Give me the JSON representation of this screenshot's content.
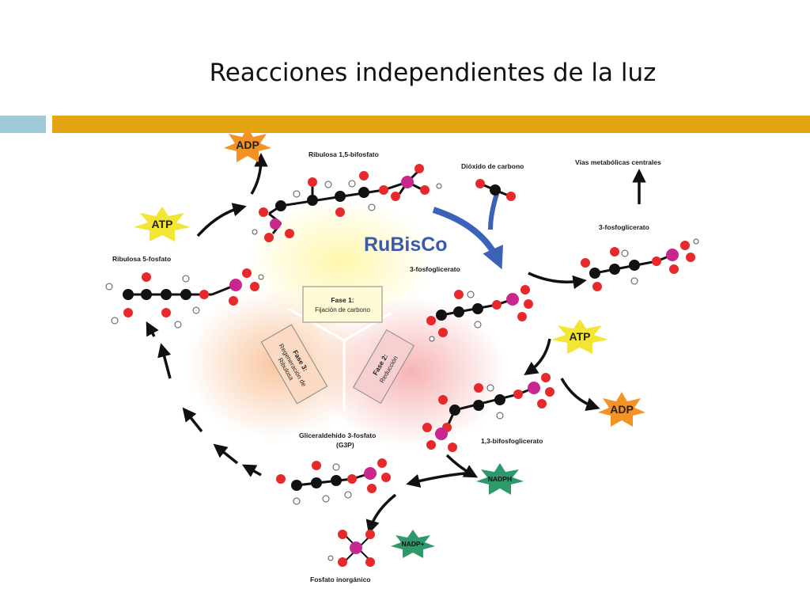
{
  "slide": {
    "title": "Reacciones independientes de la luz"
  },
  "molecules": {
    "rubp": "Ribulosa 1,5-bifosfato",
    "co2": "Dióxido de carbono",
    "pathways": "Vías metabólicas centrales",
    "pga_right": "3-fosfoglicerato",
    "pga_center": "3-fosfoglicerato",
    "bpg": "1,3-bifosfoglicerato",
    "g3p_line1": "Gliceraldehído 3-fosfato",
    "g3p_line2": "(G3P)",
    "ru5p": "Ribulosa 5-fosfato",
    "pi": "Fosfato inorgánico"
  },
  "enzyme": "RuBisCo",
  "cofactors": {
    "adp_top": "ADP",
    "atp_left": "ATP",
    "atp_right": "ATP",
    "adp_right": "ADP",
    "nadph": "NADPH",
    "nadp": "NADP+"
  },
  "phases": {
    "phase1_title": "Fase 1:",
    "phase1_sub": "Fijación de carbono",
    "phase2_title": "Fase 2:",
    "phase2_sub": "Reducción",
    "phase3_title": "Fase 3:",
    "phase3_sub1": "Regeneración de",
    "phase3_sub2": "Ribulosa"
  },
  "colors": {
    "carbon": "#111111",
    "oxygen": "#e8292b",
    "phosphorus": "#c8278f",
    "hydrogen": "#ffffff",
    "atp_star": "#f3e534",
    "adp_star": "#f39326",
    "nadph_star": "#2e9a6c",
    "enzyme_arrow": "#3c62b8",
    "accent_bar": "#e3a514",
    "side_bar": "#9fcbd8"
  }
}
